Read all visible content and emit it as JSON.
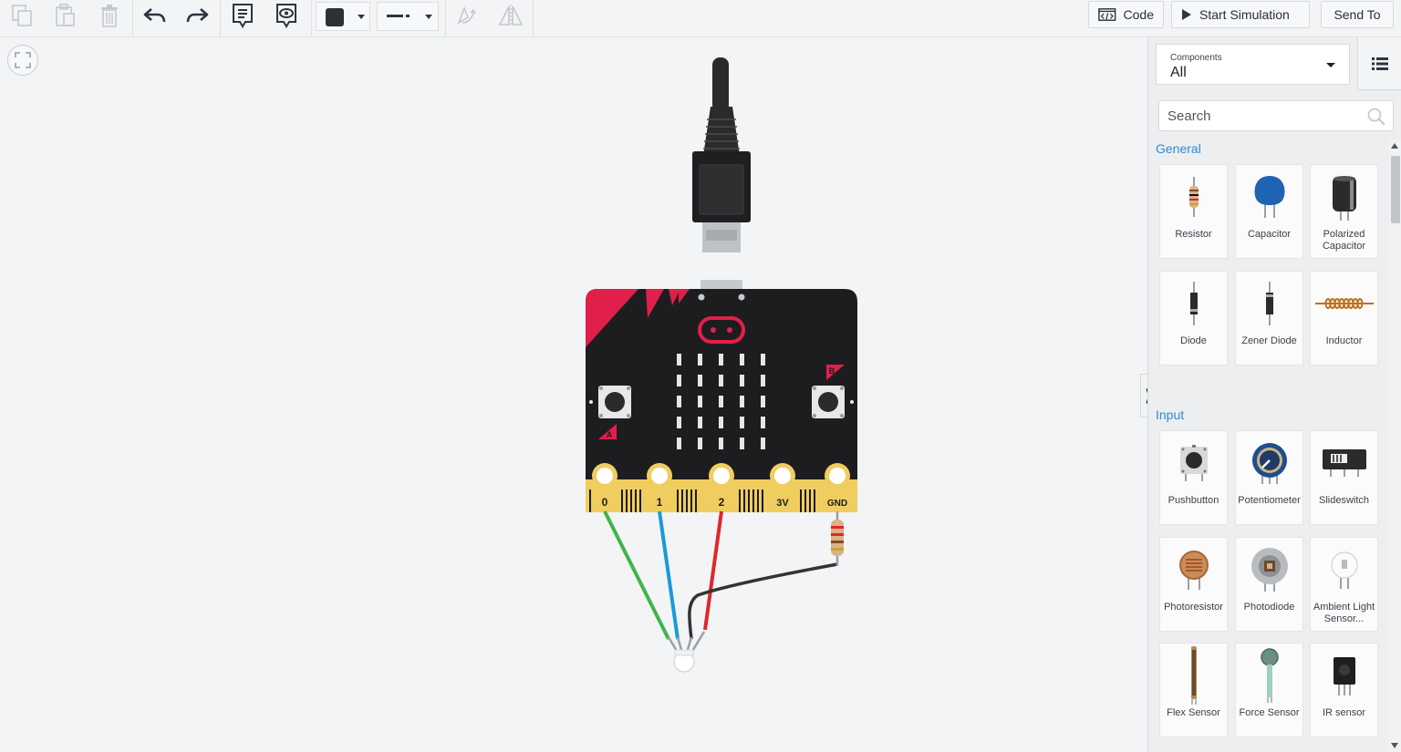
{
  "toolbar": {
    "code_label": "Code",
    "start_sim_label": "Start Simulation",
    "send_to_label": "Send To"
  },
  "colors": {
    "accent_blue": "#2f8bd3",
    "wire_green": "#3fb54a",
    "wire_blue": "#1a9ad6",
    "wire_red": "#e0262b",
    "wire_black": "#333333",
    "board_red": "#e01f4a",
    "board_body": "#1d1d1f",
    "edge_gold": "#f0cd5f"
  },
  "microbit": {
    "pins": [
      "0",
      "1",
      "2",
      "3V",
      "GND"
    ],
    "button_a": "A",
    "button_b": "B"
  },
  "panel": {
    "components_label": "Components",
    "components_value": "All",
    "search_placeholder": "Search",
    "sections": [
      {
        "title": "General",
        "items": [
          {
            "name": "Resistor",
            "icon": "resistor-icon"
          },
          {
            "name": "Capacitor",
            "icon": "capacitor-icon"
          },
          {
            "name": "Polarized Capacitor",
            "icon": "polarized-capacitor-icon"
          },
          {
            "name": "Diode",
            "icon": "diode-icon"
          },
          {
            "name": "Zener Diode",
            "icon": "zener-diode-icon"
          },
          {
            "name": "Inductor",
            "icon": "inductor-icon"
          }
        ]
      },
      {
        "title": "Input",
        "items": [
          {
            "name": "Pushbutton",
            "icon": "pushbutton-icon"
          },
          {
            "name": "Potentiometer",
            "icon": "potentiometer-icon"
          },
          {
            "name": "Slideswitch",
            "icon": "slideswitch-icon"
          },
          {
            "name": "Photoresistor",
            "icon": "photoresistor-icon"
          },
          {
            "name": "Photodiode",
            "icon": "photodiode-icon"
          },
          {
            "name": "Ambient Light Sensor...",
            "icon": "ambient-light-sensor-icon"
          },
          {
            "name": "Flex Sensor",
            "icon": "flex-sensor-icon"
          },
          {
            "name": "Force Sensor",
            "icon": "force-sensor-icon"
          },
          {
            "name": "IR sensor",
            "icon": "ir-sensor-icon"
          }
        ]
      }
    ]
  }
}
